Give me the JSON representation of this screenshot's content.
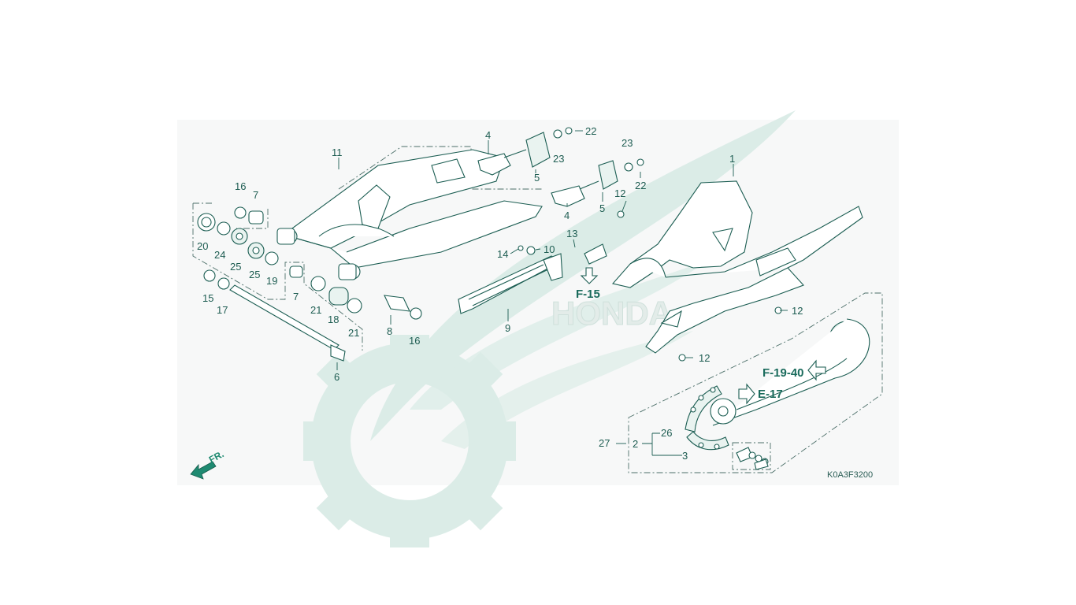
{
  "diagram": {
    "code": "K0A3F3200",
    "direction_label": "FR.",
    "watermark_text": "HONDA",
    "colors": {
      "line": "#1b5d52",
      "label": "#1e5d52",
      "watermark": "#dbece7",
      "panel": "#f6f7f7"
    },
    "references": {
      "f15": "F-15",
      "f1940": "F-19-40",
      "e17": "E-17"
    },
    "callouts": {
      "c1": "1",
      "c2": "2",
      "c3": "3",
      "c4a": "4",
      "c4b": "4",
      "c5a": "5",
      "c5b": "5",
      "c6": "6",
      "c7a": "7",
      "c7b": "7",
      "c8": "8",
      "c9": "9",
      "c10": "10",
      "c11": "11",
      "c12a": "12",
      "c12b": "12",
      "c12c": "12",
      "c13": "13",
      "c14": "14",
      "c15": "15",
      "c16a": "16",
      "c16b": "16",
      "c17": "17",
      "c18": "18",
      "c19": "19",
      "c20": "20",
      "c21a": "21",
      "c21b": "21",
      "c22a": "22",
      "c22b": "22",
      "c23a": "23",
      "c23b": "23",
      "c24": "24",
      "c25a": "25",
      "c25b": "25",
      "c26": "26",
      "c27": "27"
    }
  }
}
